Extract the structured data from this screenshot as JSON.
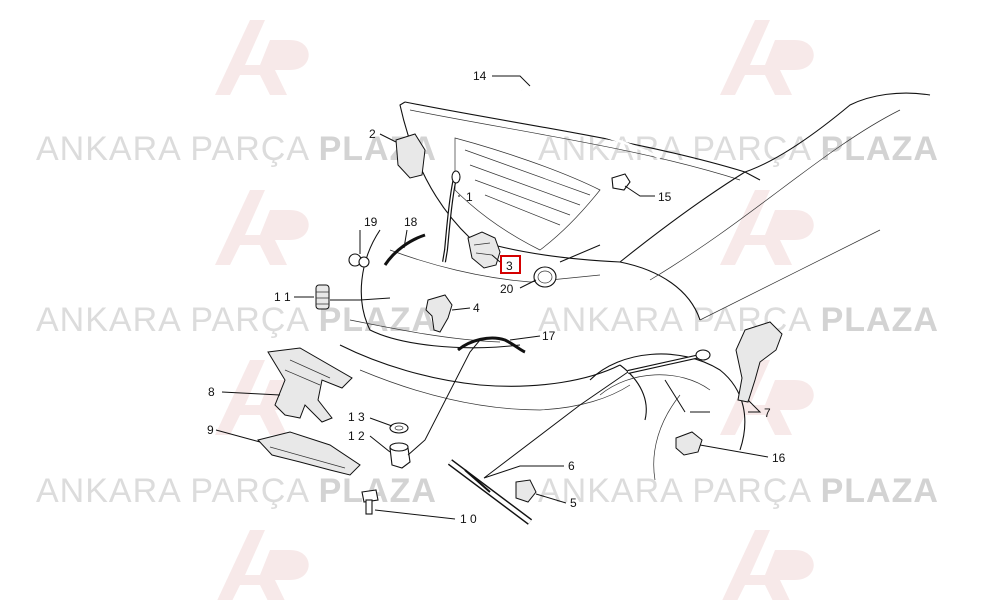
{
  "watermark": {
    "light": "ANKARA PARÇA",
    "bold": "PLAZA",
    "logo_color": "#f0d8d8"
  },
  "highlight_color": "#d40000",
  "callouts": [
    {
      "id": "1",
      "label": "1"
    },
    {
      "id": "2",
      "label": "2"
    },
    {
      "id": "3",
      "label": "3",
      "highlighted": true
    },
    {
      "id": "4",
      "label": "4"
    },
    {
      "id": "5",
      "label": "5"
    },
    {
      "id": "6",
      "label": "6"
    },
    {
      "id": "7",
      "label": "7"
    },
    {
      "id": "8",
      "label": "8"
    },
    {
      "id": "9",
      "label": "9"
    },
    {
      "id": "10",
      "label": "1 0"
    },
    {
      "id": "11",
      "label": "1 1"
    },
    {
      "id": "12",
      "label": "1 2"
    },
    {
      "id": "13",
      "label": "1 3"
    },
    {
      "id": "14",
      "label": "14"
    },
    {
      "id": "15",
      "label": "15"
    },
    {
      "id": "16",
      "label": "16"
    },
    {
      "id": "17",
      "label": "17"
    },
    {
      "id": "18",
      "label": "18"
    },
    {
      "id": "19",
      "label": "19"
    },
    {
      "id": "20",
      "label": "20"
    }
  ]
}
